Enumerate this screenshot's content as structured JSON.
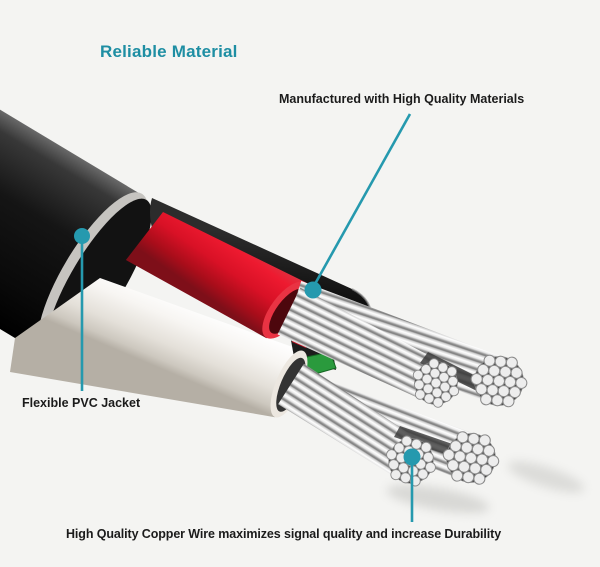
{
  "figure": {
    "title": "Reliable Material",
    "callouts": {
      "materials": {
        "text": "Manufactured with High Quality Materials"
      },
      "jacket": {
        "text": "Flexible PVC Jacket"
      },
      "copper": {
        "text": "High Quality Copper Wire maximizes signal quality and increase Durability"
      }
    },
    "colors": {
      "accent_title": "#1e8ea3",
      "accent_marker": "#2599ae",
      "background": "#f4f4f2",
      "jacket_black": "#141414",
      "wire_red": "#e01527",
      "wire_white": "#efece7",
      "copper_strand_silver": "#e9e9e9",
      "inner_wire_green": "#2a9a3d"
    }
  }
}
